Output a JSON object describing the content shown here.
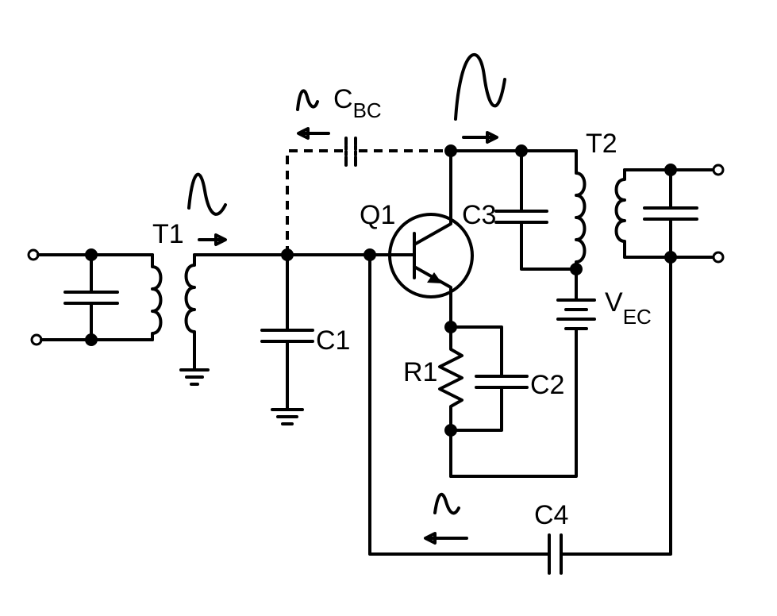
{
  "labels": {
    "t1": "T1",
    "t2": "T2",
    "q1": "Q1",
    "c1": "C1",
    "c2": "C2",
    "c3": "C3",
    "c4": "C4",
    "r1": "R1",
    "cbc_main": "C",
    "cbc_sub": "BC",
    "vec_main": "V",
    "vec_sub": "EC"
  }
}
